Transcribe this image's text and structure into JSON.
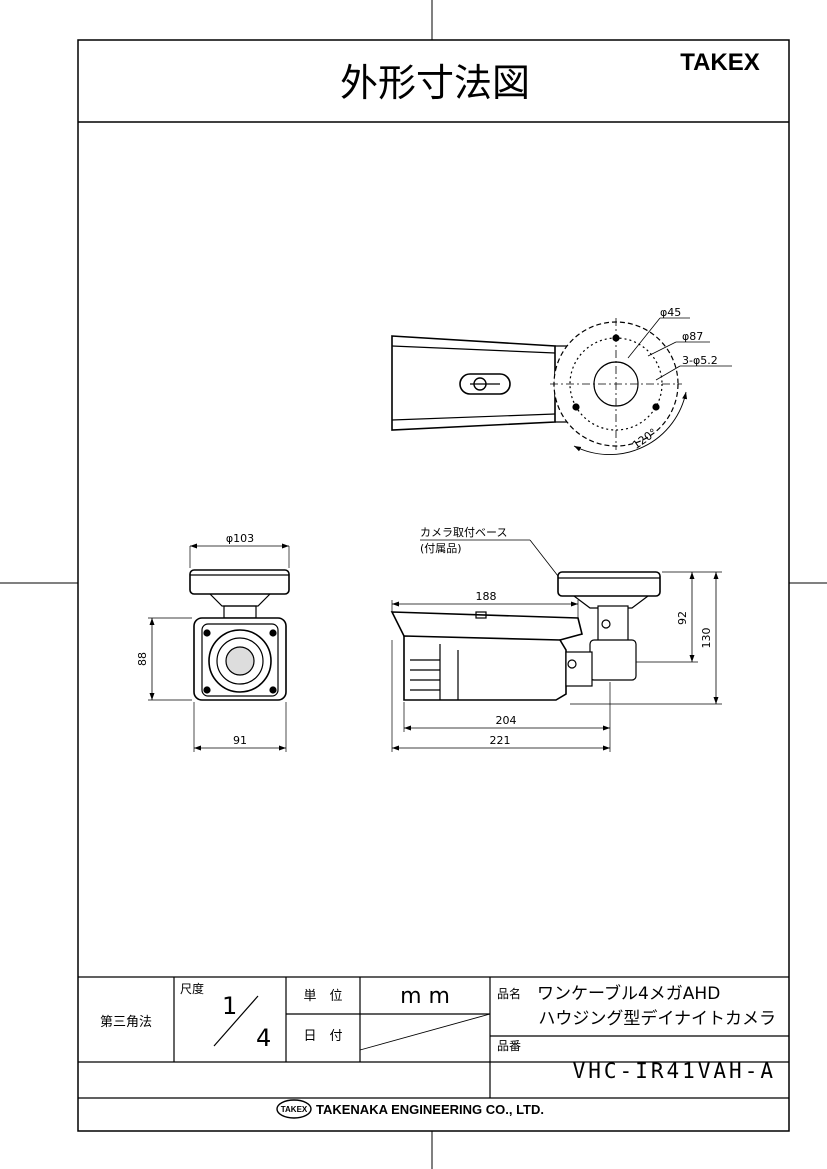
{
  "header": {
    "title": "外形寸法図",
    "brand": "TAKEX"
  },
  "dimensions": {
    "top_view": {
      "d45": "φ45",
      "d87": "φ87",
      "holes": "3-φ5.2",
      "angle": "120°"
    },
    "front_view": {
      "d103": "φ103",
      "h88": "88",
      "w91": "91"
    },
    "side_view": {
      "callout_line1": "カメラ取付ベース",
      "callout_line2": "(付属品)",
      "l188": "188",
      "h92": "92",
      "h130": "130",
      "l204": "204",
      "l221": "221"
    }
  },
  "title_block": {
    "projection": "第三角法",
    "scale_label": "尺度",
    "scale_num": "1",
    "scale_den": "4",
    "unit_label": "単　位",
    "unit_value": "m m",
    "date_label": "日　付",
    "product_name_label": "品名",
    "product_name_line1": "ワンケーブル4メガAHD",
    "product_name_line2": "ハウジング型デイナイトカメラ",
    "model_label": "品番",
    "model_value": "VHC-IR41VAH-A",
    "company": "TAKENAKA ENGINEERING CO., LTD.",
    "company_logo": "TAKEX"
  }
}
